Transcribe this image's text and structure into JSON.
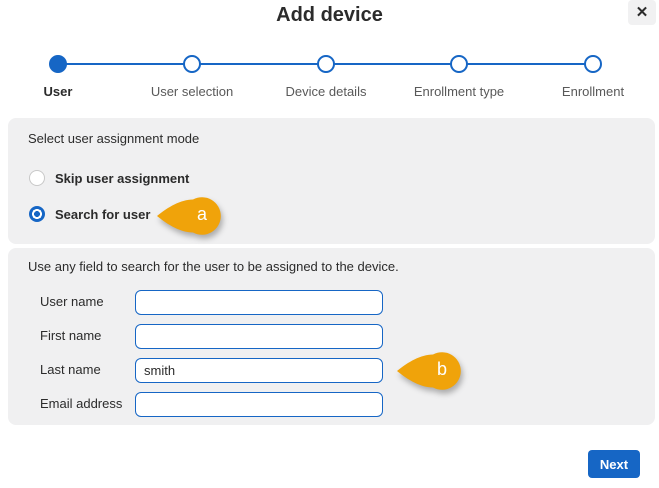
{
  "dialog": {
    "title": "Add device",
    "close_label": "✕"
  },
  "stepper": {
    "steps": [
      {
        "label": "User",
        "state": "active"
      },
      {
        "label": "User selection",
        "state": "upcoming"
      },
      {
        "label": "Device details",
        "state": "upcoming"
      },
      {
        "label": "Enrollment type",
        "state": "upcoming"
      },
      {
        "label": "Enrollment",
        "state": "upcoming"
      }
    ]
  },
  "assignment_panel": {
    "heading": "Select user assignment mode",
    "options": [
      {
        "label": "Skip user assignment",
        "selected": false
      },
      {
        "label": "Search for user",
        "selected": true
      }
    ]
  },
  "search_panel": {
    "instruction": "Use any field to search for the user to be assigned to the device.",
    "fields": [
      {
        "label": "User name",
        "value": ""
      },
      {
        "label": "First name",
        "value": ""
      },
      {
        "label": "Last name",
        "value": "smith"
      },
      {
        "label": "Email address",
        "value": ""
      }
    ]
  },
  "annotations": {
    "a": "a",
    "b": "b"
  },
  "actions": {
    "next_label": "Next"
  },
  "colors": {
    "accent_blue": "#1666c5",
    "panel_gray": "#f0f0f1",
    "callout_orange": "#f0a30a"
  }
}
